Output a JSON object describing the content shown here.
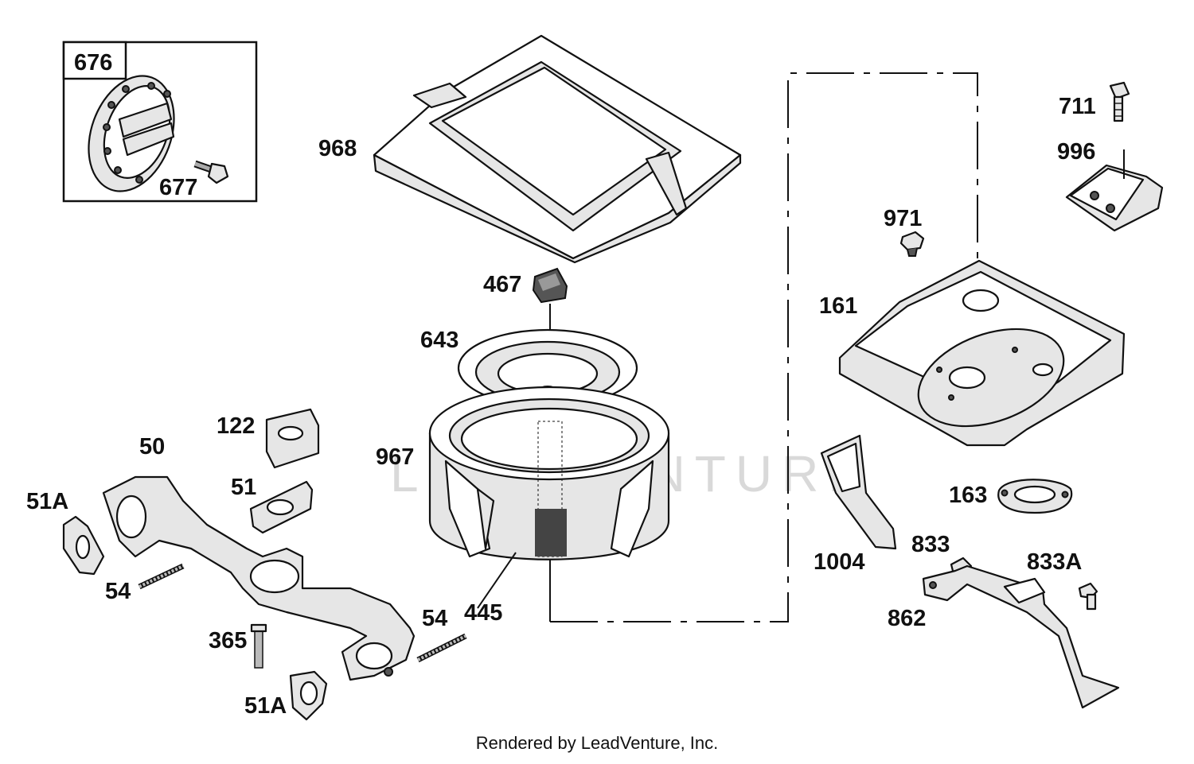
{
  "labels": {
    "l676": "676",
    "l677": "677",
    "l968": "968",
    "l467": "467",
    "l643": "643",
    "l967": "967",
    "l445": "445",
    "l122": "122",
    "l50": "50",
    "l51": "51",
    "l51a_top": "51A",
    "l51a_bottom": "51A",
    "l54_left": "54",
    "l54_right": "54",
    "l365": "365",
    "l971": "971",
    "l161": "161",
    "l711": "711",
    "l996": "996",
    "l163": "163",
    "l1004": "1004",
    "l833": "833",
    "l833a": "833A",
    "l862": "862"
  },
  "watermark": "LEADVENTURE",
  "footer": "Rendered by LeadVenture, Inc."
}
